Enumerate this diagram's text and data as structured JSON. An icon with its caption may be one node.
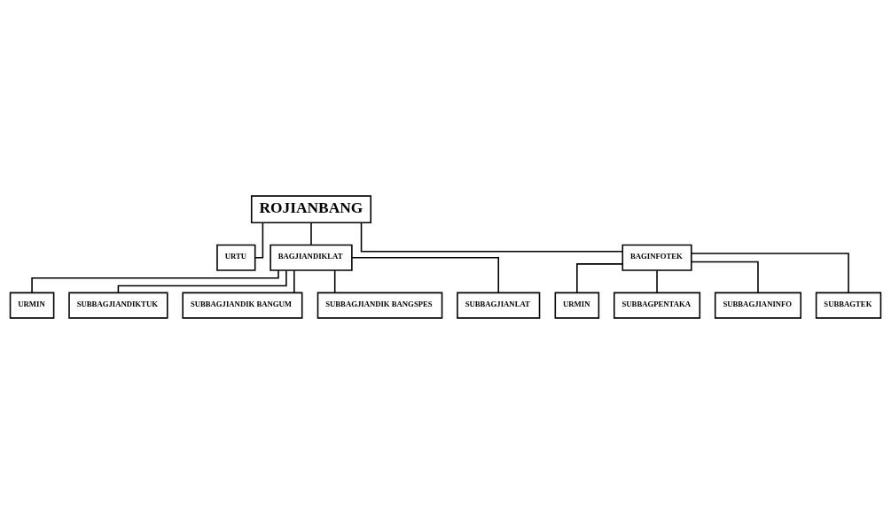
{
  "diagram": {
    "nodes": [
      {
        "text": [
          "ROJIANBANG"
        ]
      },
      {
        "text": [
          "URTU"
        ]
      },
      {
        "text": [
          "BAGJIANDIKLAT"
        ]
      },
      {
        "text": [
          "BAGINFOTEK"
        ]
      },
      {
        "text": [
          "URMIN"
        ]
      },
      {
        "text": [
          "URMIN"
        ]
      },
      {
        "text": [
          "SUBBAGJIANDIKTUK"
        ]
      },
      {
        "text": [
          "SUBBAGJIANDIK BANGUM"
        ]
      },
      {
        "text": [
          "SUBBAGJIANDIK BANGSPES"
        ]
      },
      {
        "text": [
          "SUBBAGJIANLAT"
        ]
      },
      {
        "text": [
          "SUBBAGPENTAKA"
        ]
      },
      {
        "text": [
          "SUBBAGJIANINFO"
        ]
      },
      {
        "text": [
          "SUBBAGTEK"
        ]
      }
    ],
    "edges": [
      {
        "from": 0,
        "to": 1,
        "arrow": "none"
      },
      {
        "from": 0,
        "to": 2,
        "arrow": "none"
      },
      {
        "from": 0,
        "to": 3,
        "arrow": "none"
      },
      {
        "from": 2,
        "to": 4,
        "arrow": "none"
      },
      {
        "from": 3,
        "to": 5,
        "arrow": "none"
      },
      {
        "from": 2,
        "to": 6,
        "arrow": "none"
      },
      {
        "from": 2,
        "to": 7,
        "arrow": "none"
      },
      {
        "from": 2,
        "to": 8,
        "arrow": "none"
      },
      {
        "from": 2,
        "to": 9,
        "arrow": "none"
      },
      {
        "from": 3,
        "to": 10,
        "arrow": "none"
      },
      {
        "from": 3,
        "to": 11,
        "arrow": "none"
      },
      {
        "from": 3,
        "to": 12,
        "arrow": "none"
      }
    ]
  }
}
